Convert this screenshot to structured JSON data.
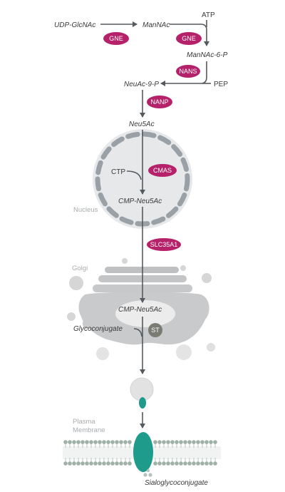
{
  "colors": {
    "enzyme": "#b5226a",
    "arrow": "#555a5e",
    "membrane_dash": "#9aa1a6",
    "nucleus_fill": "#e6e8ea",
    "golgi_dark": "#c9cacb",
    "golgi_light": "#ececec",
    "vesicle": "#e2e2e2",
    "transporter": "#1f9b8c",
    "st_fill": "#7a7c74",
    "lipid_head": "#9fb0a6"
  },
  "metabolites": {
    "udp_glcnac": "UDP-GlcNAc",
    "mannac": "ManNAc",
    "atp": "ATP",
    "mannac_6p": "ManNAc-6-P",
    "pep": "PEP",
    "neuac_9p": "NeuAc-9-P",
    "neu5ac": "Neu5Ac",
    "ctp": "CTP",
    "cmp_neu5ac_nucleus": "CMP-Neu5Ac",
    "cmp_neu5ac_golgi": "CMP-Neu5Ac",
    "glycoconjugate": "Glycoconjugate",
    "sialoglycoconjugate": "Sialoglycoconjugate"
  },
  "enzymes": {
    "gne_1": "GNE",
    "gne_2": "GNE",
    "nans": "NANS",
    "nanp": "NANP",
    "cmas": "CMAS",
    "slc35a1": "SLC35A1",
    "st": "ST"
  },
  "compartments": {
    "nucleus": "Nucleus",
    "golgi": "Golgi",
    "plasma_membrane_line1": "Plasma",
    "plasma_membrane_line2": "Membrane"
  }
}
